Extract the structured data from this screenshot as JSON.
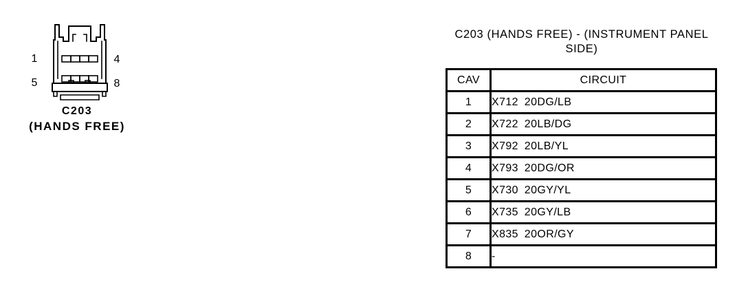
{
  "page": {
    "background": "#ffffff",
    "ink": "#000000"
  },
  "figure": {
    "name": "connector-face-view",
    "pin_labels": {
      "top_left": "1",
      "top_right": "4",
      "bottom_left": "5",
      "bottom_right": "8"
    },
    "caption_line1": "C203",
    "caption_line2": "(HANDS FREE)"
  },
  "table_section": {
    "title": "C203 (HANDS FREE) - (INSTRUMENT PANEL SIDE)",
    "headers": [
      "CAV",
      "CIRCUIT"
    ],
    "rows": [
      {
        "cav": "1",
        "circuit": "X712 20DG/LB"
      },
      {
        "cav": "2",
        "circuit": "X722 20LB/DG"
      },
      {
        "cav": "3",
        "circuit": "X792 20LB/YL"
      },
      {
        "cav": "4",
        "circuit": "X793 20DG/OR"
      },
      {
        "cav": "5",
        "circuit": "X730 20GY/YL"
      },
      {
        "cav": "6",
        "circuit": "X735 20GY/LB"
      },
      {
        "cav": "7",
        "circuit": "X835 20OR/GY"
      },
      {
        "cav": "8",
        "circuit": "-"
      }
    ]
  }
}
